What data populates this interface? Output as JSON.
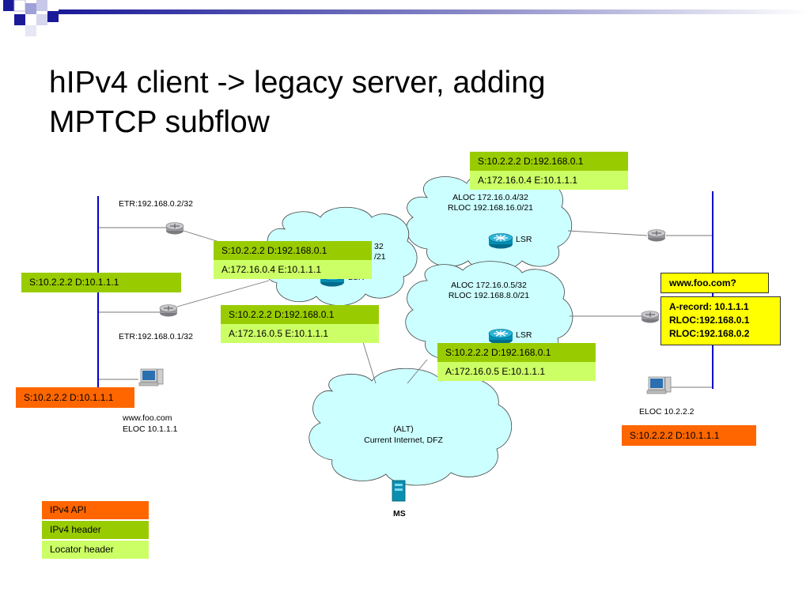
{
  "title": {
    "line1": "hIPv4 client  -> legacy server, adding",
    "line2": "MPTCP subflow"
  },
  "labels": {
    "etr_top": "ETR:192.168.0.2/32",
    "etr_bottom": "ETR:192.168.0.1/32",
    "server_name": "www.foo.com",
    "server_eloc": "ELOC 10.1.1.1",
    "client_eloc": "ELOC 10.2.2.2",
    "ms": "MS",
    "cloud_top_aloc": "ALOC 172.16.0.4/32",
    "cloud_top_rloc": "RLOC 192.168.16.0/21",
    "cloud_top_lsr": "LSR",
    "cloud_mid_aloc": "ALOC 172.16.0.5/32",
    "cloud_mid_rloc": "RLOC 192.168.8.0/21",
    "cloud_mid_lsr": "LSR",
    "cloud_left_frag1": "32",
    "cloud_left_frag2": "/21",
    "cloud_left_frag3": "LSR",
    "alt_line1": "(ALT)",
    "alt_line2": "Current Internet, DFZ"
  },
  "packets": {
    "top_right": {
      "ipv4": "S:10.2.2.2 D:192.168.0.1",
      "locator": "A:172.16.0.4 E:10.1.1.1"
    },
    "middle_left": {
      "ipv4": "S:10.2.2.2 D:192.168.0.1",
      "locator": "A:172.16.0.4 E:10.1.1.1"
    },
    "middle_center": {
      "ipv4": "S:10.2.2.2 D:192.168.0.1",
      "locator": "A:172.16.0.5 E:10.1.1.1"
    },
    "bottom_center": {
      "ipv4": "S:10.2.2.2 D:192.168.0.1",
      "locator": "A:172.16.0.5 E:10.1.1.1"
    },
    "left_green": "S:10.2.2.2 D:10.1.1.1",
    "left_api": "S:10.2.2.2 D:10.1.1.1",
    "right_api": "S:10.2.2.2 D:10.1.1.1"
  },
  "dns": {
    "query": "www.foo.com?",
    "answer_line1": "A-record: 10.1.1.1",
    "answer_line2": "RLOC:192.168.0.1",
    "answer_line3": "RLOC:192.168.0.2"
  },
  "legend": {
    "api": "IPv4 API",
    "header": "IPv4 header",
    "locator": "Locator header"
  },
  "colors": {
    "ipv4_header": "#99cc00",
    "locator_header": "#ccff66",
    "ipv4_api": "#ff6600",
    "dns": "#ffff00",
    "cloud": "#ccffff",
    "vlan": "#0000cc"
  }
}
